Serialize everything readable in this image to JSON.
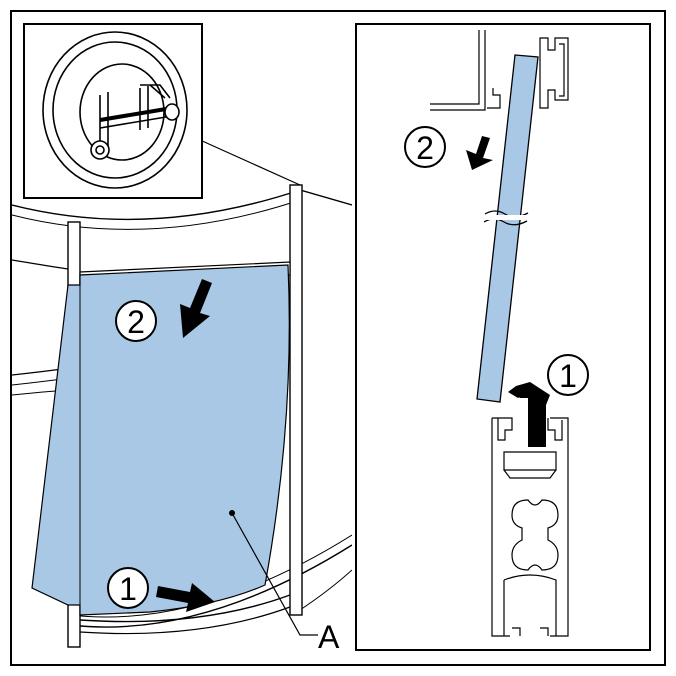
{
  "colors": {
    "glass": "#a9c8e6",
    "line": "#000000",
    "background": "#ffffff"
  },
  "labels": {
    "step1": "1",
    "step2": "2",
    "part_a": "A"
  },
  "icons": {
    "suction_cup": "suction-cup-icon",
    "arrow": "step-arrow-icon",
    "profile": "frame-profile-icon"
  }
}
